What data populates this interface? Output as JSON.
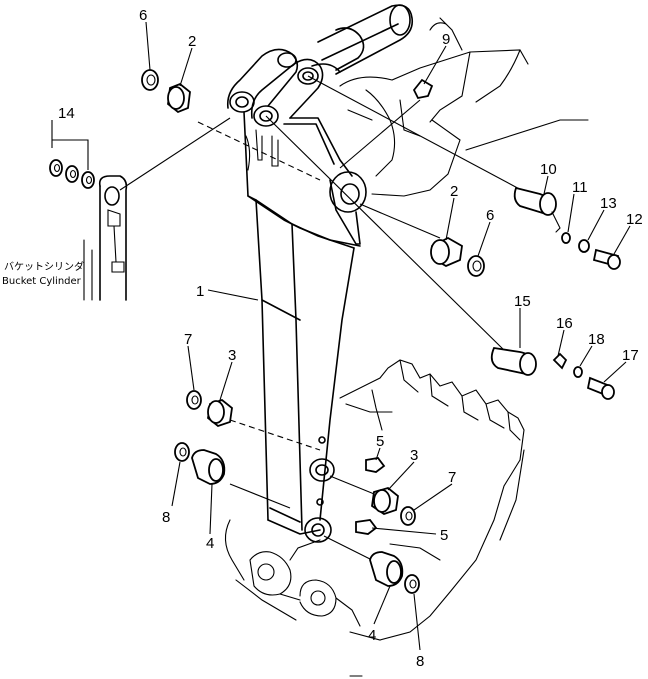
{
  "caption": {
    "jp": "バケットシリンダ",
    "en": "Bucket Cylinder"
  },
  "callouts": [
    {
      "id": "c6a",
      "label": "6"
    },
    {
      "id": "c2a",
      "label": "2"
    },
    {
      "id": "c9",
      "label": "9"
    },
    {
      "id": "c14",
      "label": "14"
    },
    {
      "id": "c10",
      "label": "10"
    },
    {
      "id": "c11",
      "label": "11"
    },
    {
      "id": "c13",
      "label": "13"
    },
    {
      "id": "c12",
      "label": "12"
    },
    {
      "id": "c2b",
      "label": "2"
    },
    {
      "id": "c6b",
      "label": "6"
    },
    {
      "id": "c1",
      "label": "1"
    },
    {
      "id": "c15",
      "label": "15"
    },
    {
      "id": "c16",
      "label": "16"
    },
    {
      "id": "c18",
      "label": "18"
    },
    {
      "id": "c17",
      "label": "17"
    },
    {
      "id": "c7a",
      "label": "7"
    },
    {
      "id": "c3a",
      "label": "3"
    },
    {
      "id": "c5a",
      "label": "5"
    },
    {
      "id": "c3b",
      "label": "3"
    },
    {
      "id": "c7b",
      "label": "7"
    },
    {
      "id": "c5b",
      "label": "5"
    },
    {
      "id": "c8a",
      "label": "8"
    },
    {
      "id": "c4a",
      "label": "4"
    },
    {
      "id": "c4b",
      "label": "4"
    },
    {
      "id": "c8b",
      "label": "8"
    }
  ]
}
